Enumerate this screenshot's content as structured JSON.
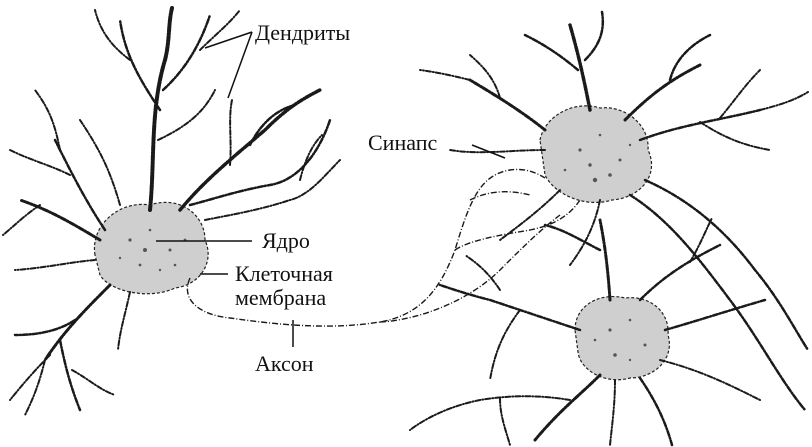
{
  "labels": {
    "dendrites": "Дендриты",
    "synapse": "Синапс",
    "nucleus": "Ядро",
    "membrane_line1": "Клеточная",
    "membrane_line2": "мембрана",
    "axon": "Аксон"
  },
  "colors": {
    "ink": "#1a1a1a",
    "soma_fill": "#cfcfcf",
    "background": "#ffffff"
  }
}
